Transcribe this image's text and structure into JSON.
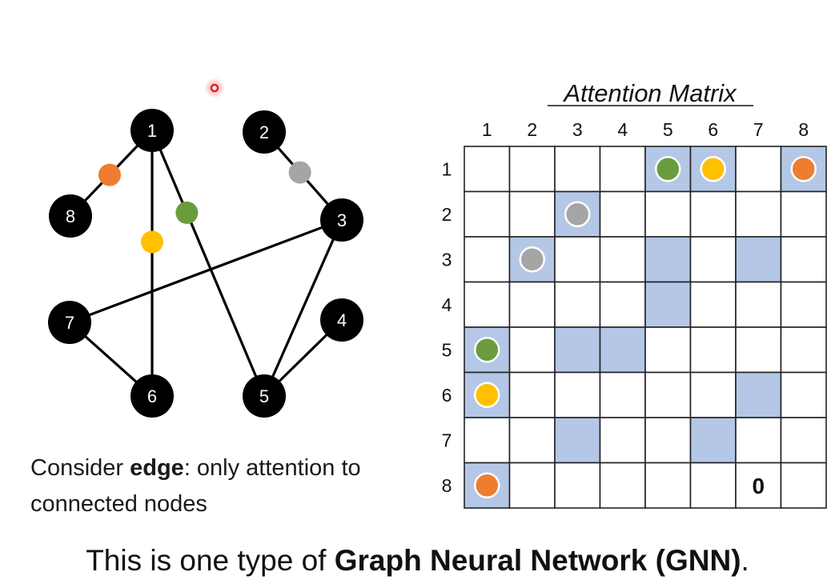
{
  "graph": {
    "nodes": [
      {
        "id": "1",
        "label": "1"
      },
      {
        "id": "2",
        "label": "2"
      },
      {
        "id": "3",
        "label": "3"
      },
      {
        "id": "4",
        "label": "4"
      },
      {
        "id": "5",
        "label": "5"
      },
      {
        "id": "6",
        "label": "6"
      },
      {
        "id": "7",
        "label": "7"
      },
      {
        "id": "8",
        "label": "8"
      }
    ],
    "edges": [
      {
        "from": "1",
        "to": "8",
        "marker": "orange"
      },
      {
        "from": "1",
        "to": "6",
        "marker": "yellow"
      },
      {
        "from": "1",
        "to": "5",
        "marker": "green"
      },
      {
        "from": "2",
        "to": "3",
        "marker": "gray"
      },
      {
        "from": "3",
        "to": "7",
        "marker": null
      },
      {
        "from": "3",
        "to": "5",
        "marker": null
      },
      {
        "from": "4",
        "to": "5",
        "marker": null
      },
      {
        "from": "7",
        "to": "6",
        "marker": null
      }
    ]
  },
  "matrix": {
    "title": "Attention Matrix",
    "col_labels": [
      "1",
      "2",
      "3",
      "4",
      "5",
      "6",
      "7",
      "8"
    ],
    "row_labels": [
      "1",
      "2",
      "3",
      "4",
      "5",
      "6",
      "7",
      "8"
    ],
    "shaded": [
      [
        1,
        5
      ],
      [
        1,
        6
      ],
      [
        1,
        8
      ],
      [
        2,
        3
      ],
      [
        3,
        2
      ],
      [
        3,
        5
      ],
      [
        3,
        7
      ],
      [
        4,
        5
      ],
      [
        5,
        1
      ],
      [
        5,
        3
      ],
      [
        5,
        4
      ],
      [
        6,
        1
      ],
      [
        6,
        7
      ],
      [
        7,
        3
      ],
      [
        7,
        6
      ],
      [
        8,
        1
      ]
    ],
    "dots": [
      {
        "row": 1,
        "col": 5,
        "color": "green"
      },
      {
        "row": 1,
        "col": 6,
        "color": "yellow"
      },
      {
        "row": 1,
        "col": 8,
        "color": "orange"
      },
      {
        "row": 2,
        "col": 3,
        "color": "gray"
      },
      {
        "row": 3,
        "col": 2,
        "color": "gray"
      },
      {
        "row": 5,
        "col": 1,
        "color": "green"
      },
      {
        "row": 6,
        "col": 1,
        "color": "yellow"
      },
      {
        "row": 8,
        "col": 1,
        "color": "orange"
      }
    ],
    "cell_texts": [
      {
        "row": 8,
        "col": 7,
        "text": "0"
      }
    ]
  },
  "colors": {
    "node_fill": "#000000",
    "shade": "#b4c7e7",
    "green": "#6a9c3e",
    "yellow": "#ffc000",
    "orange": "#ed7d31",
    "gray": "#a5a5a5",
    "pointer": "#e02020"
  },
  "note": {
    "prefix": "Consider ",
    "bold": "edge",
    "suffix": ": only attention to connected nodes"
  },
  "footer": {
    "prefix": "This is one type of ",
    "bold": "Graph Neural Network (GNN)",
    "suffix": "."
  }
}
